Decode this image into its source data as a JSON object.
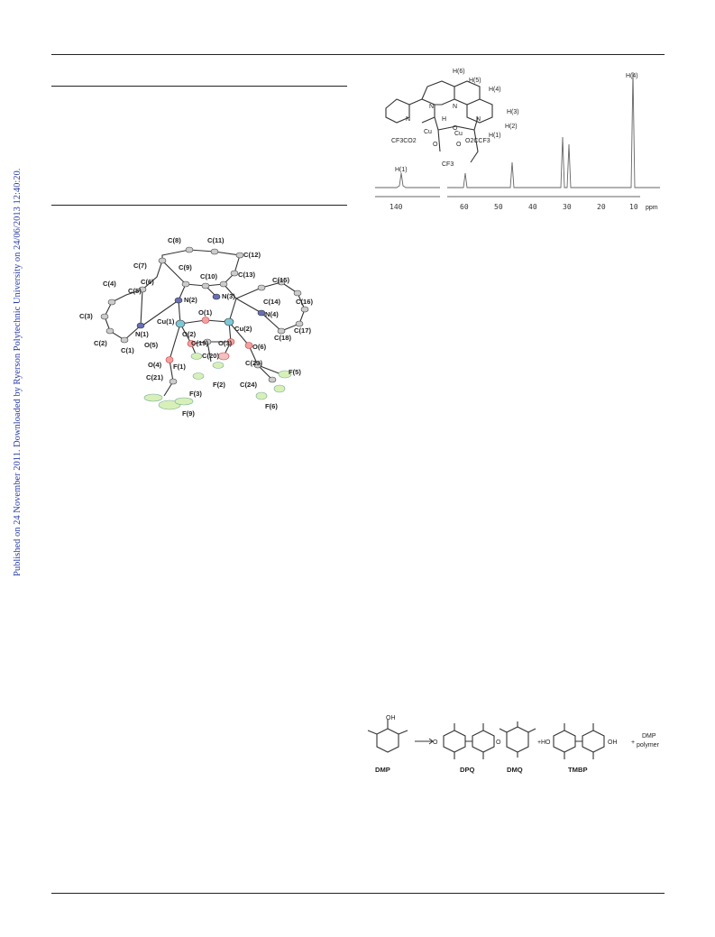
{
  "sidebar": {
    "text": "Published on 24 November 2011. Downloaded by Ryerson Polytechnic University on 24/06/2013 12:40:20."
  },
  "crystal_structure": {
    "atom_labels": [
      "C(8)",
      "C(11)",
      "C(7)",
      "C(9)",
      "C(12)",
      "C(6)",
      "C(10)",
      "C(13)",
      "C(4)",
      "C(5)",
      "C(15)",
      "N(2)",
      "N(3)",
      "C(14)",
      "C(16)",
      "O(1)",
      "N(4)",
      "C(3)",
      "Cu(1)",
      "Cu(2)",
      "C(17)",
      "N(1)",
      "O(2)",
      "C(19)",
      "O(3)",
      "C(18)",
      "C(2)",
      "C(1)",
      "O(5)",
      "C(20)",
      "O(6)",
      "O(4)",
      "F(1)",
      "C(23)",
      "F(5)",
      "C(21)",
      "C(24)",
      "F(3)",
      "F(2)",
      "F(6)",
      "F(9)"
    ]
  },
  "nmr": {
    "structure_labels": [
      "H(6)",
      "H(5)",
      "H(4)",
      "H(3)",
      "H(2)",
      "H(1)",
      "H",
      "N",
      "N",
      "N",
      "N",
      "O",
      "O",
      "O",
      "Cu",
      "Cu",
      "CF3CO2",
      "O2CCF3",
      "CF3"
    ],
    "peak_labels": {
      "h1": "H(1)",
      "h4": "H(4)"
    },
    "axis_unit": "ppm",
    "axis_ticks": [
      "140",
      "60",
      "50",
      "40",
      "30",
      "20",
      "10"
    ]
  },
  "scheme": {
    "compounds": [
      "DMP",
      "DPQ",
      "DMQ",
      "TMBP"
    ],
    "extra": [
      "OH",
      "O",
      "O",
      "+",
      "+",
      "+",
      "HO",
      "OH",
      "DMP",
      "polymer"
    ]
  }
}
